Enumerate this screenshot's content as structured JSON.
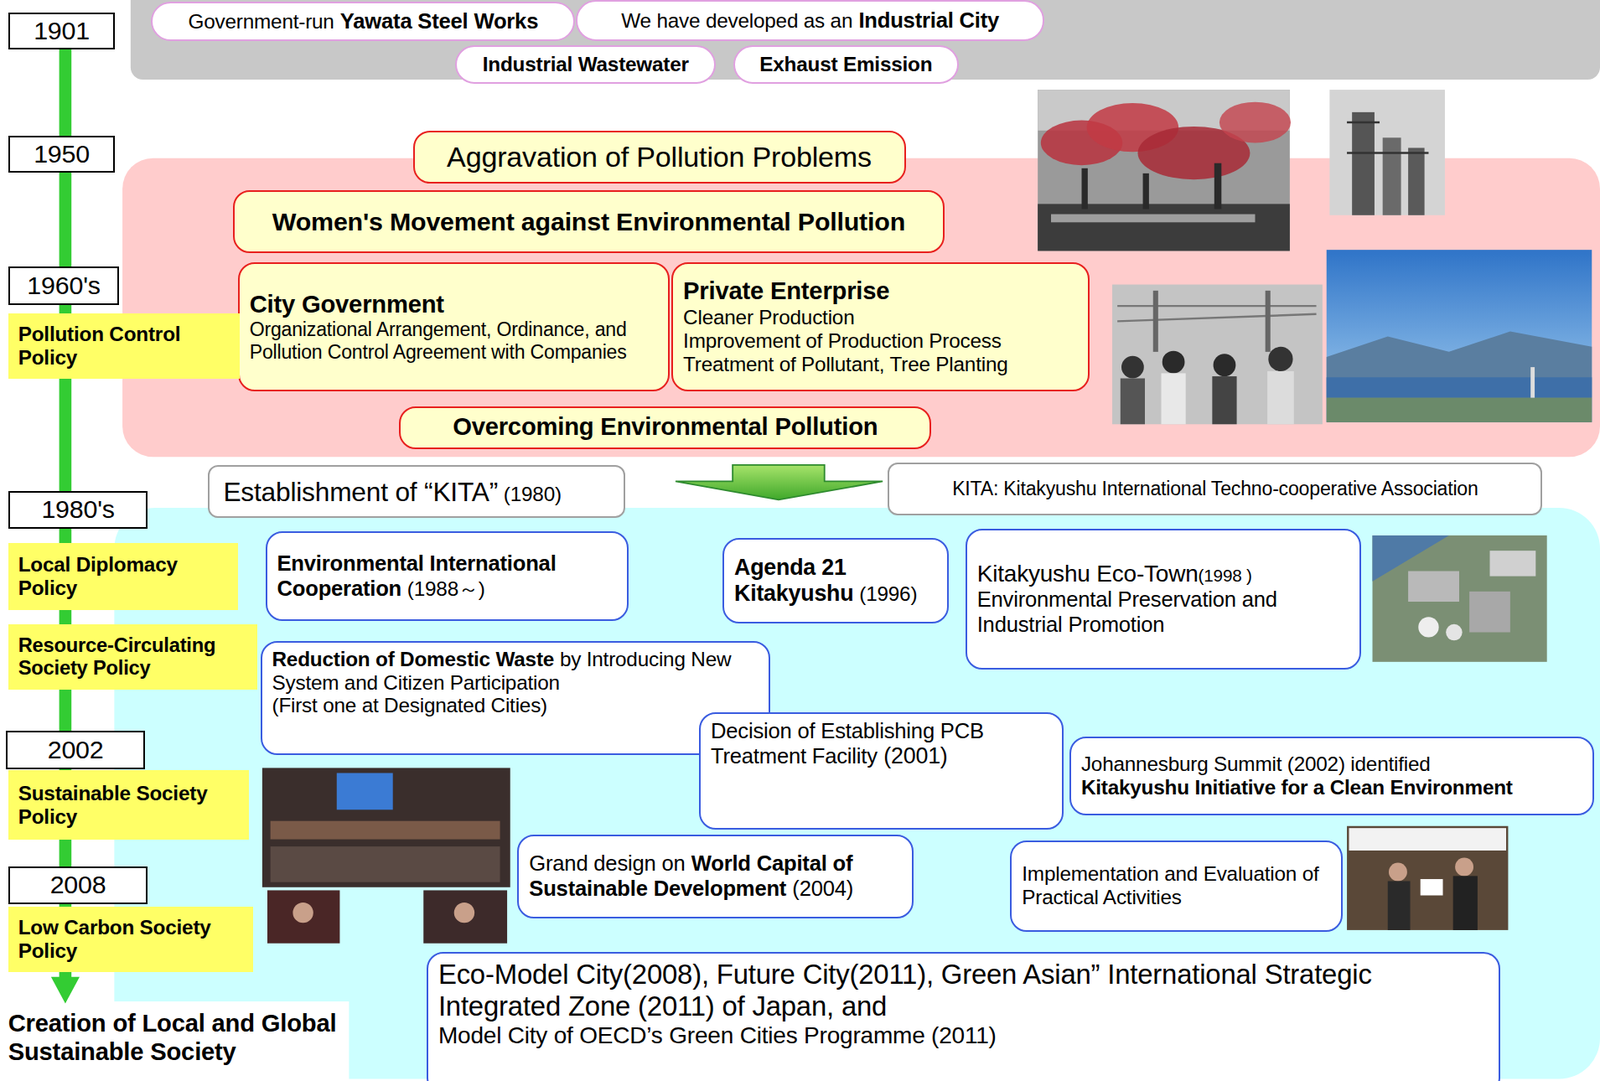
{
  "diagram": {
    "nodes": [
      {
        "text": [
          "1901"
        ]
      },
      {
        "text": [
          "Government-run",
          "Yawata Steel Works"
        ]
      },
      {
        "text": [
          "We have developed as an",
          "Industrial City"
        ]
      },
      {
        "text": [
          "Industrial Wastewater"
        ]
      },
      {
        "text": [
          "Exhaust Emission"
        ]
      },
      {
        "text": [
          "1950"
        ]
      },
      {
        "text": [
          "Aggravation of Pollution Problems"
        ]
      },
      {
        "text": [
          "Women's Movement against Environmental Pollution"
        ]
      },
      {
        "text": [
          "City Government",
          "Organizational Arrangement, Ordinance, and Pollution Control Agreement with Companies"
        ]
      },
      {
        "text": [
          "Private Enterprise",
          "Cleaner Production",
          "Improvement of Production Process",
          "Treatment of Pollutant, Tree Planting"
        ]
      },
      {
        "text": [
          "1960's"
        ]
      },
      {
        "text": [
          "Pollution Control Policy"
        ]
      },
      {
        "text": [
          "Overcoming Environmental Pollution"
        ]
      },
      {
        "text": [
          "Establishment of “KITA”",
          "(1980)"
        ]
      },
      {
        "text": [
          "KITA: Kitakyushu International Techno-cooperative Association"
        ]
      },
      {
        "text": [
          "1980's"
        ]
      },
      {
        "text": [
          "Environmental International Cooperation",
          "(1988～)"
        ]
      },
      {
        "text": [
          "Agenda 21 Kitakyushu",
          "(1996)"
        ]
      },
      {
        "text": [
          "Kitakyushu Eco-Town",
          "(1998 )",
          "Environmental Preservation and Industrial Promotion"
        ]
      },
      {
        "text": [
          "Local Diplomacy Policy"
        ]
      },
      {
        "text": [
          "Resource-Circulating Society Policy"
        ]
      },
      {
        "text": [
          "Reduction of Domestic Waste",
          "by Introducing New System and Citizen Participation",
          "(First one at Designated Cities)"
        ]
      },
      {
        "text": [
          "Decision of Establishing PCB Treatment Facility",
          "(2001)"
        ]
      },
      {
        "text": [
          "Johannesburg Summit (2002) identified",
          "Kitakyushu Initiative for a Clean Environment"
        ]
      },
      {
        "text": [
          "2002"
        ]
      },
      {
        "text": [
          "Sustainable Society Policy"
        ]
      },
      {
        "text": [
          "Grand design on",
          "World Capital of Sustainable Development",
          "(2004)"
        ]
      },
      {
        "text": [
          "Implementation and Evaluation of Practical Activities"
        ]
      },
      {
        "text": [
          "2008"
        ]
      },
      {
        "text": [
          "Low Carbon Society Policy"
        ]
      },
      {
        "text": [
          "Eco-Model City(2008), Future City(2011), Green Asian” International Strategic Integrated Zone (2011) of Japan, and",
          "Model City of OECD’s Green Cities Programme (2011)"
        ]
      }
    ],
    "labels": [
      "Creation of Local and Global Sustainable Society"
    ]
  }
}
